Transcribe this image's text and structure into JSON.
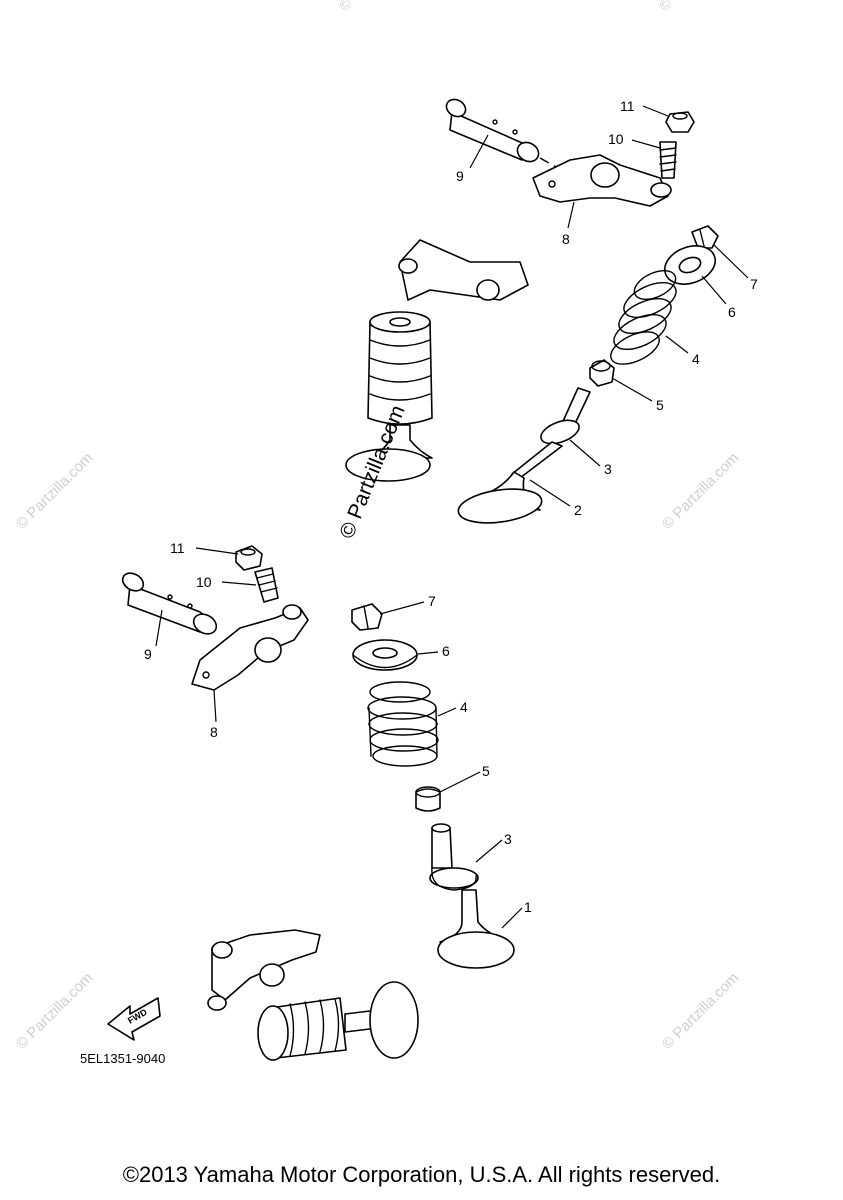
{
  "diagram": {
    "callouts": {
      "c1": "1",
      "c2": "2",
      "c3a": "3",
      "c3b": "3",
      "c4a": "4",
      "c4b": "4",
      "c5a": "5",
      "c5b": "5",
      "c6a": "6",
      "c6b": "6",
      "c7a": "7",
      "c7b": "7",
      "c8a": "8",
      "c8b": "8",
      "c9a": "9",
      "c9b": "9",
      "c10a": "10",
      "c10b": "10",
      "c11a": "11",
      "c11b": "11"
    },
    "fwd_label": "FWD",
    "diagram_code": "5EL1351-9040",
    "watermark_center": "© Partzilla.com",
    "watermark": "© Partzilla.com"
  },
  "footer": {
    "copyright": "©2013 Yamaha Motor Corporation, U.S.A. All rights reserved."
  },
  "icons": {
    "fwd": "fwd-arrow-icon"
  }
}
